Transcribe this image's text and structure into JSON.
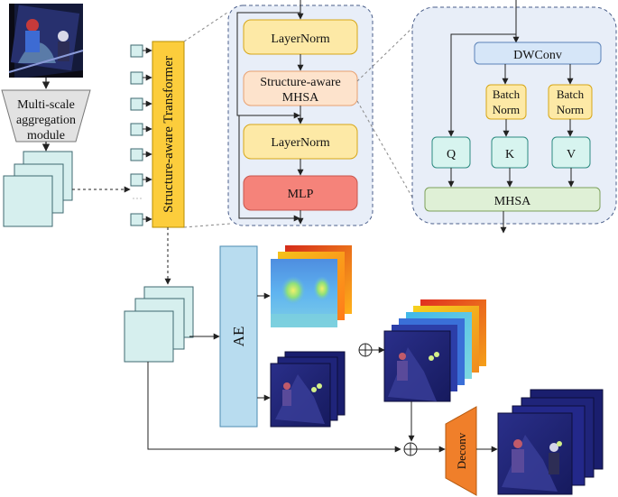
{
  "labels": {
    "aggregation_line1": "Multi-scale",
    "aggregation_line2": "aggregation",
    "aggregation_line3": "module",
    "transformer": "Structure-aware  Transformer",
    "layernorm_top": "LayerNorm",
    "mhsa_line1": "Structure-aware",
    "mhsa_line2": "MHSA",
    "layernorm_bottom": "LayerNorm",
    "mlp": "MLP",
    "dwconv": "DWConv",
    "batchnorm_k_line1": "Batch",
    "batchnorm_k_line2": "Norm",
    "batchnorm_v_line1": "Batch",
    "batchnorm_v_line2": "Norm",
    "q": "Q",
    "k": "K",
    "v": "V",
    "mhsa": "MHSA",
    "ae": "AE",
    "deconv": "Deconv"
  },
  "colors": {
    "layernorm_fill": "#fde9a6",
    "layernorm_stroke": "#d6a617",
    "mhsa_fill": "#fde3cc",
    "mhsa_stroke": "#e8a070",
    "mlp_fill": "#f5837a",
    "mlp_stroke": "#c8564d",
    "dwconv_fill": "#d6e6f8",
    "dwconv_stroke": "#5b82b8",
    "qkv_fill": "#d7f4ef",
    "qkv_stroke": "#2c8a80",
    "mhsa2_fill": "#dff0d6",
    "mhsa2_stroke": "#7da05b",
    "transformer_fill": "#fccd3c",
    "transformer_stroke": "#b98e00",
    "ae_fill": "#b8dcef",
    "ae_stroke": "#4d8bb0",
    "deconv_fill": "#f07f2a",
    "feature_map_fill": "#d6efee",
    "dashed_panel_fill": "#e8eef8",
    "dashed_panel_stroke": "#4a5e8a",
    "image_dark_blue": "#1a1e6e"
  }
}
